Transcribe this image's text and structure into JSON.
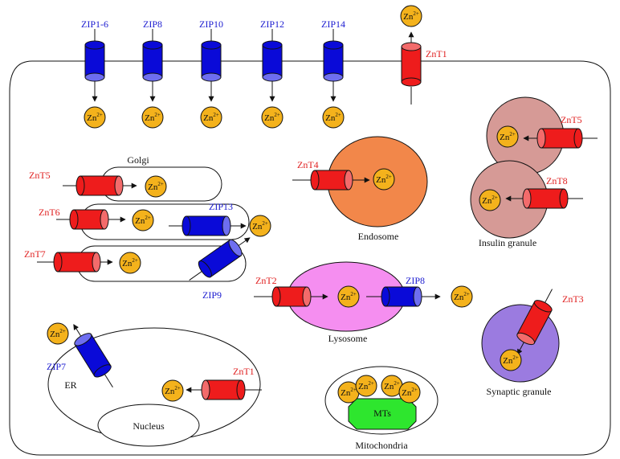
{
  "ion": {
    "base": "Zn",
    "charge": "2+"
  },
  "transporters": {
    "zip1_6": "ZIP1-6",
    "zip8_pm": "ZIP8",
    "zip10": "ZIP10",
    "zip12": "ZIP12",
    "zip14": "ZIP14",
    "znt1_pm": "ZnT1",
    "znt5_golgi": "ZnT5",
    "znt6": "ZnT6",
    "znt7": "ZnT7",
    "zip13": "ZIP13",
    "zip9": "ZIP9",
    "znt4": "ZnT4",
    "znt5_insulin": "ZnT5",
    "znt8": "ZnT8",
    "znt2": "ZnT2",
    "zip8_lyso": "ZIP8",
    "znt3": "ZnT3",
    "zip7": "ZIP7",
    "znt1_er": "ZnT1"
  },
  "organelles": {
    "golgi": "Golgi",
    "endosome": "Endosome",
    "insulin_granule": "Insulin granule",
    "lysosome": "Lysosome",
    "synaptic_granule": "Synaptic granule",
    "er": "ER",
    "nucleus": "Nucleus",
    "mts": "MTs",
    "mitochondria": "Mitochondria"
  },
  "colors": {
    "zip_fill": "#0a0ad8",
    "zip_label": "#1b1bd0",
    "znt_fill": "#ee1c1c",
    "znt_label": "#e02020",
    "zinc_ion": "#f4b21c",
    "endosome": "#f2874a",
    "insulin_granule": "#d69a96",
    "lysosome": "#f58ef0",
    "synaptic_granule": "#9b7be0",
    "metallothionein": "#2ee62e"
  }
}
